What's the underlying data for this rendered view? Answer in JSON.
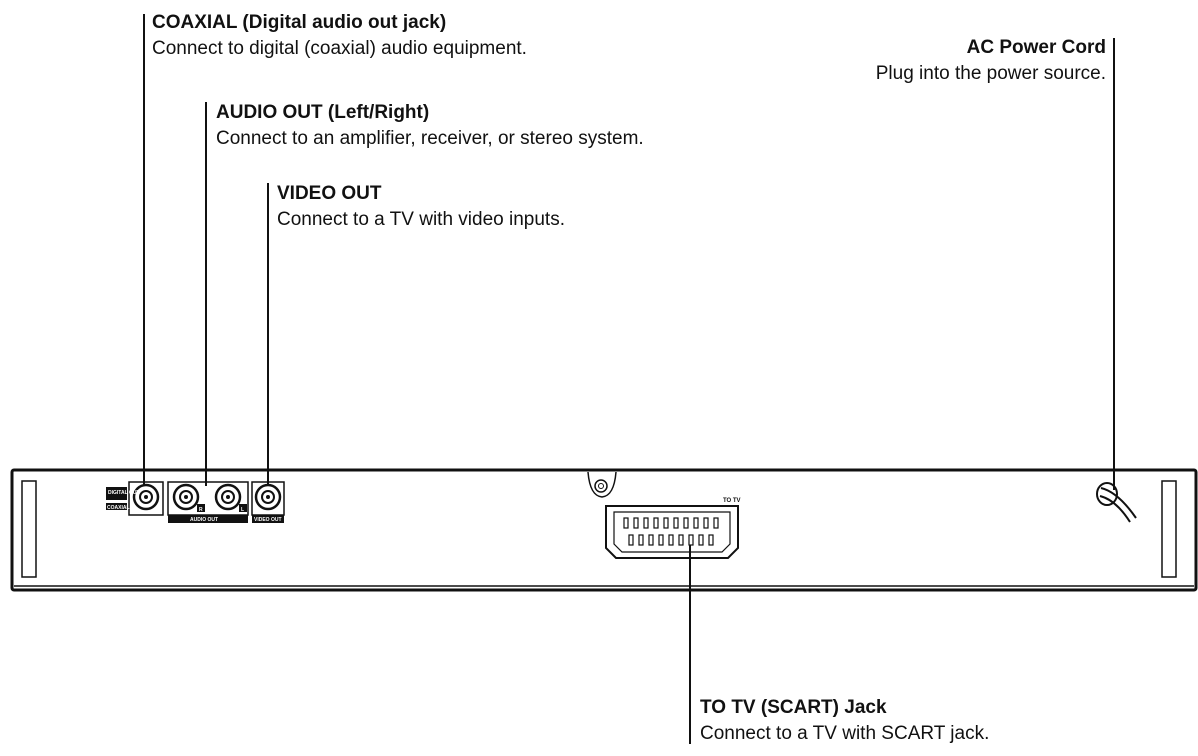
{
  "callouts": {
    "coaxial": {
      "title": "COAXIAL (Digital audio out jack)",
      "desc": "Connect to digital (coaxial) audio equipment."
    },
    "audio_out": {
      "title": "AUDIO OUT (Left/Right)",
      "desc": "Connect to an amplifier, receiver, or stereo system."
    },
    "video_out": {
      "title": "VIDEO OUT",
      "desc": "Connect to a TV with video inputs."
    },
    "ac_power": {
      "title": "AC Power Cord",
      "desc": "Plug into the power source."
    },
    "scart": {
      "title": "TO TV (SCART) Jack",
      "desc": "Connect to a TV with SCART jack."
    }
  },
  "panel_labels": {
    "to_tv": "TO TV",
    "audio_out": "AUDIO OUT",
    "video_out": "VIDEO OUT",
    "digital_out": "DIGITAL OUT",
    "coaxial": "COAXIAL",
    "right_marker": "R",
    "left_marker": "L"
  }
}
